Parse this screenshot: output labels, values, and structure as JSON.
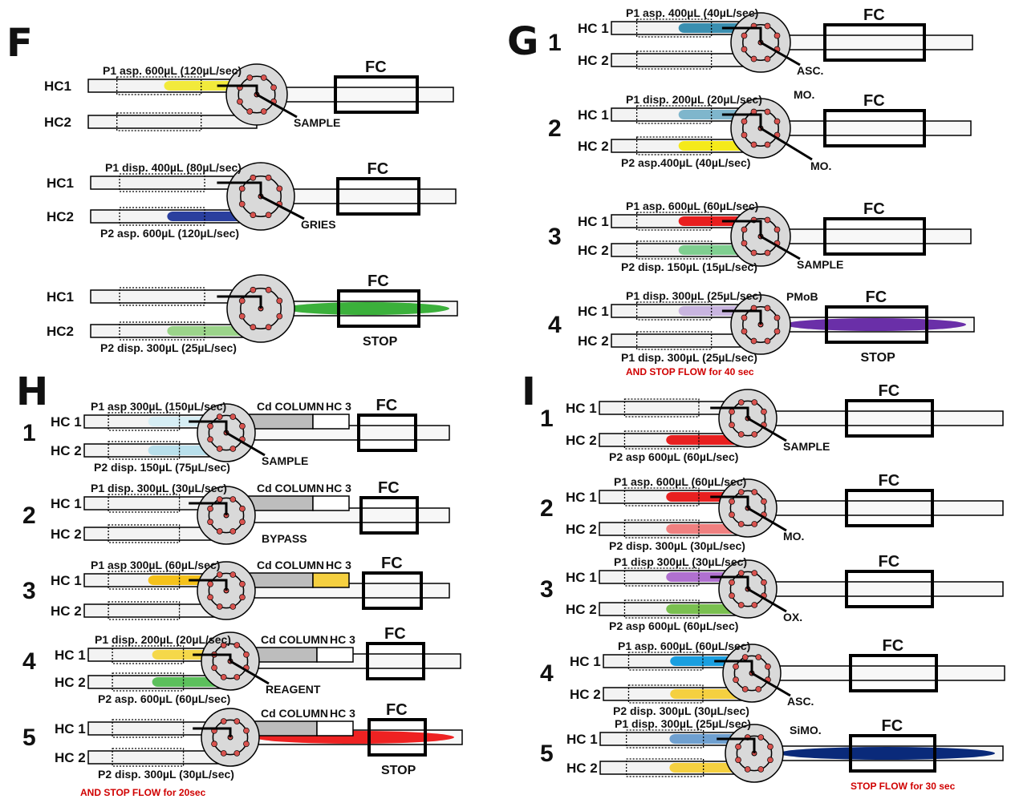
{
  "panels": [
    {
      "letter": "F",
      "rows": [
        {
          "step": "",
          "hc1": "HC1",
          "hc2": "HC2",
          "top": "P1 asp. 600µL (120µL/sec)",
          "bottom": "",
          "reagent": "SAMPLE",
          "fc": "FC",
          "stop": "",
          "note": "",
          "hc1_fill": "#f2ea3c",
          "hc2_fill": "",
          "main_fill": ""
        },
        {
          "step": "",
          "hc1": "HC1",
          "hc2": "HC2",
          "top": "P1 disp. 400µL (80µL/sec)",
          "bottom": "P2 asp. 600µL (120µL/sec)",
          "reagent": "GRIES",
          "fc": "FC",
          "stop": "",
          "note": "",
          "hc1_fill": "",
          "hc2_fill": "#2a3f9e",
          "main_fill": ""
        },
        {
          "step": "",
          "hc1": "HC1",
          "hc2": "HC2",
          "top": "",
          "bottom": "P2 disp. 300µL (25µL/sec)",
          "reagent": "",
          "fc": "FC",
          "stop": "STOP",
          "note": "",
          "hc1_fill": "",
          "hc2_fill": "#9bd48a",
          "main_fill": "#3bb03b"
        }
      ]
    },
    {
      "letter": "G",
      "rows": [
        {
          "step": "1",
          "hc1": "HC 1",
          "hc2": "HC 2",
          "top": "P1 asp. 400µL (40µL/sec)",
          "bottom": "",
          "reagent": "ASC.",
          "fc": "FC",
          "stop": "",
          "note": "",
          "hc1_fill": "#3a8fb0",
          "hc2_fill": "",
          "main_fill": ""
        },
        {
          "step": "2",
          "hc1": "HC 1",
          "hc2": "HC 2",
          "top": "P1 disp. 200µL (20µL/sec)",
          "bottom": "P2 asp.400µL (40µL/sec)",
          "reagent": "MO.",
          "reagent2": "MO.",
          "fc": "FC",
          "stop": "",
          "note": "",
          "hc1_fill": "#7fb6cc",
          "hc2_fill": "#f5ea1a",
          "main_fill": ""
        },
        {
          "step": "3",
          "hc1": "HC 1",
          "hc2": "HC 2",
          "top": "P1 asp. 600µL (60µL/sec)",
          "bottom": "P2 disp. 150µL (15µL/sec)",
          "reagent": "SAMPLE",
          "fc": "FC",
          "stop": "",
          "note": "",
          "hc1_fill": "#e81e1e",
          "hc2_fill": "#7fcf90",
          "main_fill": ""
        },
        {
          "step": "4",
          "hc1": "HC 1",
          "hc2": "HC 2",
          "top": "P1 disp. 300µL (25µL/sec)",
          "bottom": "P1 disp. 300µL (25µL/sec)",
          "reagent": "PMoB",
          "fc": "FC",
          "stop": "STOP",
          "note": "AND STOP FLOW for 40 sec",
          "hc1_fill": "#c9b5e0",
          "hc2_fill": "",
          "main_fill": "#6a2fa8"
        }
      ]
    },
    {
      "letter": "H",
      "rows": [
        {
          "step": "1",
          "hc1": "HC 1",
          "hc2": "HC 2",
          "top": "P1 asp 300µL (150µL/sec)",
          "bottom": "P2 disp. 150µL (75µL/sec)",
          "reagent": "SAMPLE",
          "column": "Cd COLUMN",
          "hc3": "HC 3",
          "fc": "FC",
          "stop": "",
          "note": "",
          "hc1_fill": "#d6eef5",
          "hc2_fill": "#b9e0ec",
          "main_fill": ""
        },
        {
          "step": "2",
          "hc1": "HC 1",
          "hc2": "HC 2",
          "top": "P1 disp. 300µL (30µL/sec)",
          "bottom": "",
          "reagent": "",
          "column": "Cd COLUMN",
          "hc3": "HC 3",
          "fc": "FC",
          "stop": "",
          "note": "",
          "hc1_fill": "",
          "hc2_fill": "",
          "main_fill": ""
        },
        {
          "step": "3",
          "hc1": "HC 1",
          "hc2": "HC 2",
          "top": "P1 asp 300µL (60µL/sec)",
          "bottom": "",
          "reagent": "BYPASS",
          "column": "Cd COLUMN",
          "hc3": "HC 3",
          "fc": "FC",
          "stop": "",
          "note": "",
          "hc1_fill": "#f5c21a",
          "hc2_fill": "",
          "main_fill": ""
        },
        {
          "step": "4",
          "hc1": "HC 1",
          "hc2": "HC 2",
          "top": "P1 disp. 200µL (20µL/sec)",
          "bottom": "P2 asp. 600µL (60µL/sec)",
          "reagent": "REAGENT",
          "column": "Cd COLUMN",
          "hc3": "HC 3",
          "fc": "FC",
          "stop": "",
          "note": "",
          "hc1_fill": "#f5d84a",
          "hc2_fill": "#5cc05c",
          "main_fill": ""
        },
        {
          "step": "5",
          "hc1": "HC 1",
          "hc2": "HC 2",
          "top": "",
          "bottom": "P2 disp. 300µL (30µL/sec)",
          "reagent": "",
          "column": "Cd COLUMN",
          "hc3": "HC 3",
          "fc": "FC",
          "stop": "STOP",
          "note": "AND STOP FLOW for 20sec",
          "hc1_fill": "",
          "hc2_fill": "",
          "main_fill": "#ee2222"
        }
      ]
    },
    {
      "letter": "I",
      "rows": [
        {
          "step": "1",
          "hc1": "HC 1",
          "hc2": "HC 2",
          "top": "",
          "bottom": "P2 asp 600µL (60µL/sec)",
          "reagent": "SAMPLE",
          "fc": "FC",
          "stop": "",
          "note": "",
          "hc1_fill": "",
          "hc2_fill": "#e82020",
          "main_fill": ""
        },
        {
          "step": "2",
          "hc1": "HC 1",
          "hc2": "HC 2",
          "top": "P1 asp. 600µL (60µL/sec)",
          "bottom": "P2 disp. 300µL (30µL/sec)",
          "reagent": "MO.",
          "fc": "FC",
          "stop": "",
          "note": "",
          "hc1_fill": "#e82020",
          "hc2_fill": "#f08080",
          "main_fill": ""
        },
        {
          "step": "3",
          "hc1": "HC 1",
          "hc2": "HC 2",
          "top": "P1 disp 300µL (30µL/sec)",
          "bottom": "P2 asp 600µL (60µL/sec)",
          "reagent": "OX.",
          "fc": "FC",
          "stop": "",
          "note": "",
          "hc1_fill": "#b070d0",
          "hc2_fill": "#7ac050",
          "main_fill": ""
        },
        {
          "step": "4",
          "hc1": "HC 1",
          "hc2": "HC 2",
          "top": "P1 asp. 600µL (60µL/sec)",
          "bottom": "P2 disp. 300µL (30µL/sec)",
          "reagent": "ASC.",
          "fc": "FC",
          "stop": "",
          "note": "",
          "hc1_fill": "#1a9fe0",
          "hc2_fill": "#f5d040",
          "main_fill": ""
        },
        {
          "step": "5",
          "hc1": "HC 1",
          "hc2": "HC 2",
          "top": "P1 disp. 300µL (25µL/sec)",
          "bottom": "",
          "reagent": "SiMO.",
          "fc": "FC",
          "stop": "",
          "note": "STOP FLOW for 30 sec",
          "hc1_fill": "#6fa0d0",
          "hc2_fill": "#f5d040",
          "main_fill": "#0a2a7a"
        }
      ]
    }
  ],
  "colors": {
    "valve": "#d9d9d9",
    "port": "#d9534f",
    "tube": "#f0f0f0",
    "line": "#000000",
    "note": "#d00000"
  }
}
